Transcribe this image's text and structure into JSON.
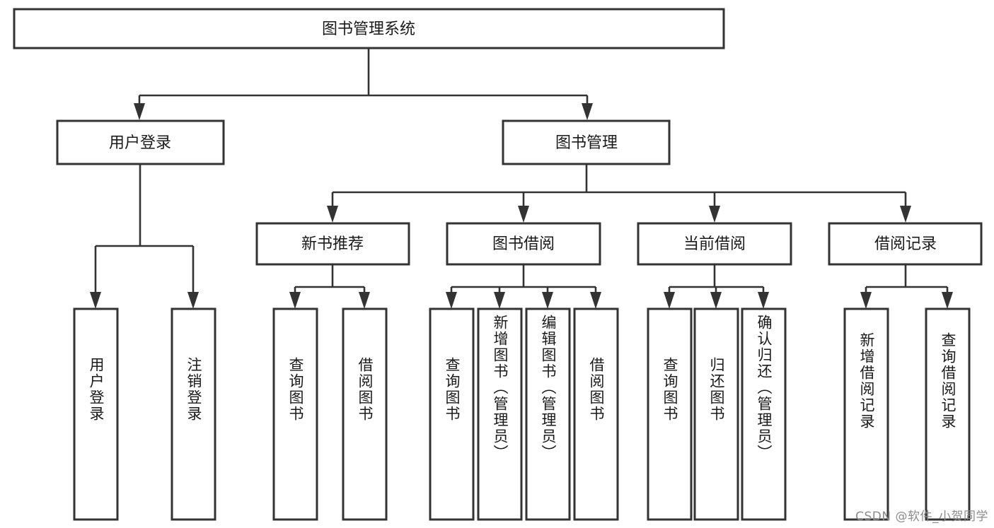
{
  "diagram": {
    "type": "hierarchy-tree",
    "title": "图书管理系统",
    "watermark": "CSDN @软件_小贺同学",
    "colors": {
      "stroke": "#333333",
      "fill": "#ffffff",
      "text": "#1a1a1a",
      "watermark": "#8c8c8c"
    },
    "levels": {
      "root": {
        "label": "图书管理系统"
      },
      "level2": [
        {
          "label": "用户登录"
        },
        {
          "label": "图书管理"
        }
      ],
      "level3": [
        {
          "label": "新书推荐"
        },
        {
          "label": "图书借阅"
        },
        {
          "label": "当前借阅"
        },
        {
          "label": "借阅记录"
        }
      ]
    },
    "leaves": {
      "user_login": [
        {
          "label": "用户登录"
        },
        {
          "label": "注销登录"
        }
      ],
      "new_book_recommend": [
        {
          "label": "查询图书"
        },
        {
          "label": "借阅图书"
        }
      ],
      "book_borrow": [
        {
          "label": "查询图书"
        },
        {
          "label": "新增图书（管理员）"
        },
        {
          "label": "编辑图书（管理员）"
        },
        {
          "label": "借阅图书"
        }
      ],
      "current_borrow": [
        {
          "label": "查询图书"
        },
        {
          "label": "归还图书"
        },
        {
          "label": "确认归还（管理员）"
        }
      ],
      "borrow_records": [
        {
          "label": "新增借阅记录"
        },
        {
          "label": "查询借阅记录"
        }
      ]
    }
  }
}
